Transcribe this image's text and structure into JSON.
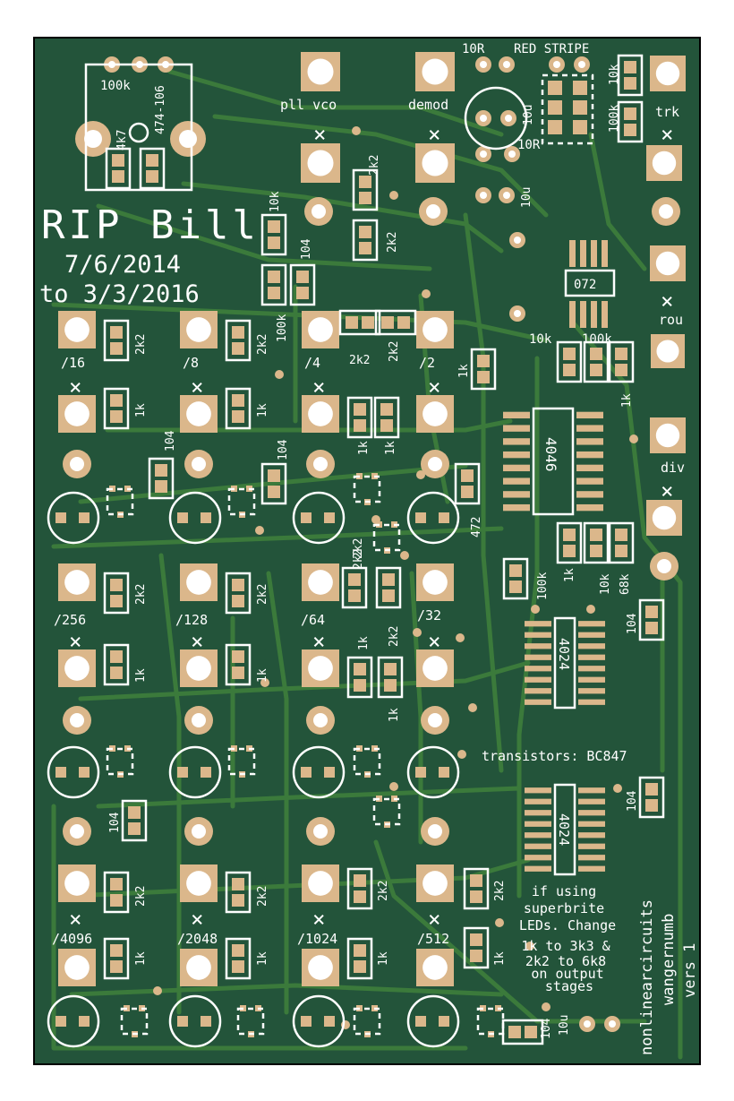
{
  "colors": {
    "board": "#23543a",
    "trace": "#3b7a3b",
    "pad": "#dbb78b",
    "hole": "#ffffff",
    "silk": "#ffffff",
    "outline": "#000000"
  },
  "board": {
    "title": "RIP Bill",
    "date_from": "7/6/2014",
    "date_to": "to 3/3/2016",
    "brand": "nonlinearcircuits",
    "product": "wangernumb",
    "version": "vers 1",
    "note_transistors": "transistors: BC847",
    "note_leds": [
      "if using",
      "superbrite",
      "LEDs. Change",
      "1k to 3k3 &",
      "2k2 to 6k8",
      "on output",
      "stages"
    ]
  },
  "top": {
    "pot_value": "100k",
    "pot_part": "474-106",
    "pot_res": "4k7",
    "jack_pll": "pll vco",
    "jack_demod": "demod",
    "res_10r_a": "10R",
    "res_10r_b": "10R",
    "red_stripe": "RED STRIPE",
    "cap_10u_a": "10u",
    "cap_10u_b": "10u",
    "res_10k_top": "10k",
    "res_100k_top": "100k",
    "jack_trk": "trk",
    "jack_rou": "rou",
    "jack_div": "div",
    "r_10k_mid": "10k",
    "c_104_mid": "104",
    "r_100k_mid": "100k",
    "r_2k2_a": "2k2",
    "r_2k2_b": "2k2",
    "ic_072": "072",
    "r_10k_b": "10k",
    "r_100k_b": "100k",
    "r_1k_b": "1k"
  },
  "outputs_row1": [
    "/16",
    "/8",
    "/4",
    "/2"
  ],
  "outputs_row2": [
    "/256",
    "/128",
    "/64",
    "/32"
  ],
  "outputs_row3": [
    "/4096",
    "/2048",
    "/1024",
    "/512"
  ],
  "labels": {
    "r_2k2": "2k2",
    "r_1k": "1k",
    "c_104": "104",
    "r_472": "472",
    "r_100k": "100k",
    "r_10k": "10k",
    "r_68k": "68k",
    "ic_4046": "4046",
    "ic_4024_a": "4024",
    "ic_4024_b": "4024",
    "cap_10u_bottom": "10u",
    "x_mark": "×"
  }
}
